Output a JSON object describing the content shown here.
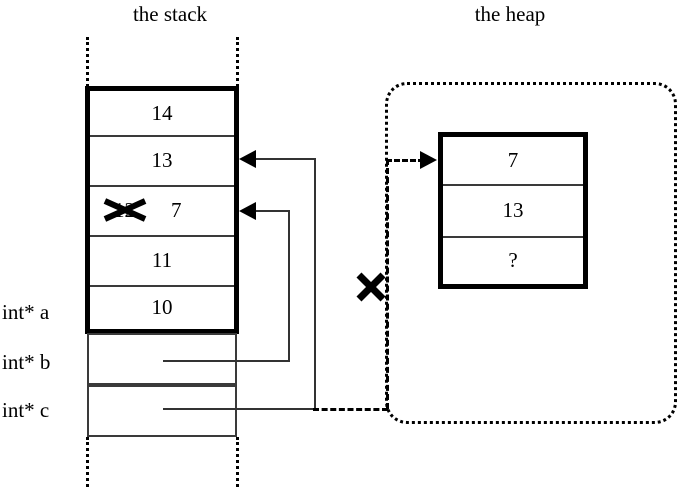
{
  "diagram": {
    "stack": {
      "title": "the stack",
      "frame_cells": [
        {
          "value": "14",
          "struck": false
        },
        {
          "value": "13",
          "struck": false
        },
        {
          "value": "12",
          "struck": true,
          "extra_value": "7"
        },
        {
          "value": "11",
          "struck": false
        },
        {
          "value": "10",
          "struck": false
        }
      ],
      "pointer_rows": [
        {
          "label": "int* a",
          "value": ""
        },
        {
          "label": "int* b",
          "value": ""
        },
        {
          "label": "int* c",
          "value": ""
        }
      ]
    },
    "heap": {
      "title": "the heap",
      "cells": [
        {
          "value": "7"
        },
        {
          "value": "13"
        },
        {
          "value": "?"
        }
      ]
    },
    "annotations": {
      "invalidated_pointer_mark": "X",
      "struck_value_mark": "X"
    },
    "colors": {
      "ink": "#000000",
      "line": "#333333",
      "background": "#ffffff"
    }
  }
}
